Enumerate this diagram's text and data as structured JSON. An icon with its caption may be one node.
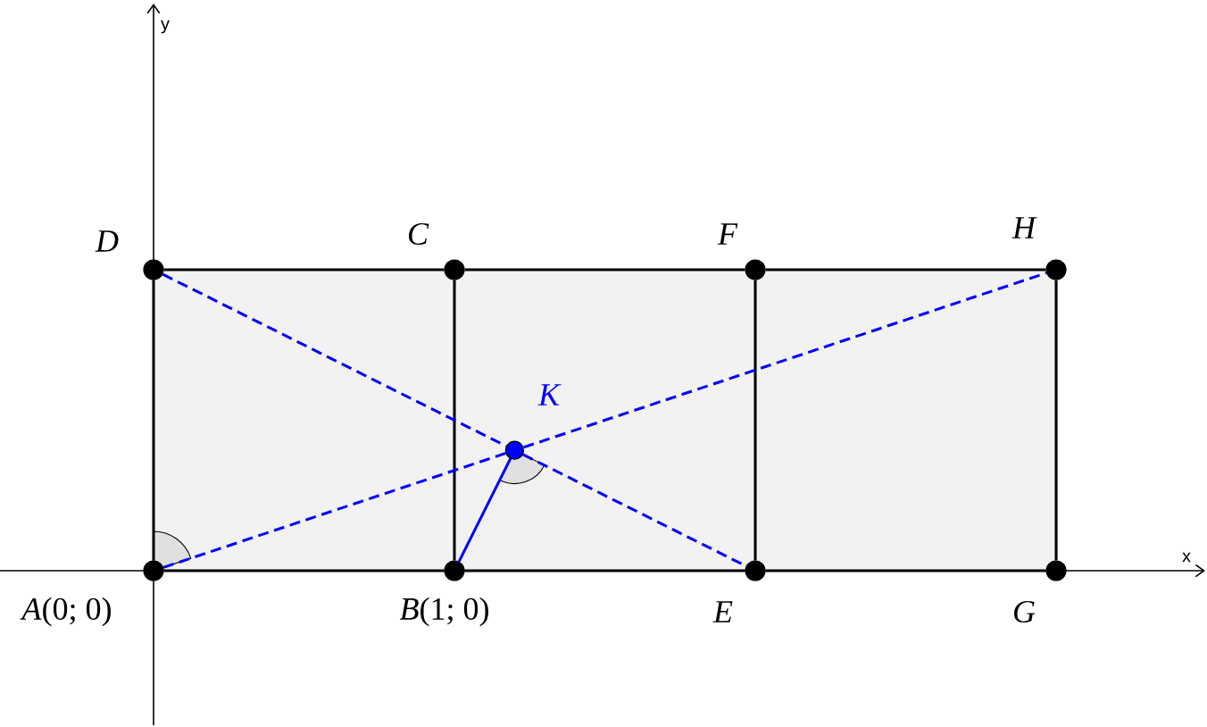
{
  "diagram": {
    "nodes": [
      {
        "text": [],
        "shape": "circle",
        "beside": [
          "D"
        ]
      },
      {
        "text": [],
        "shape": "circle",
        "beside": [
          "C"
        ]
      },
      {
        "text": [],
        "shape": "circle",
        "beside": [
          "F"
        ]
      },
      {
        "text": [],
        "shape": "circle",
        "beside": [
          "H"
        ]
      },
      {
        "text": [],
        "shape": "circle",
        "beside": [
          "K"
        ]
      },
      {
        "text": [],
        "shape": "circle",
        "beside": [
          "*A*(0; 0)"
        ]
      },
      {
        "text": [],
        "shape": "circle",
        "beside": [
          "*B*(1; 0)"
        ]
      },
      {
        "text": [],
        "shape": "circle",
        "beside": [
          "E"
        ]
      },
      {
        "text": [],
        "shape": "circle",
        "beside": [
          "G"
        ]
      }
    ],
    "edges": [
      {
        "from": 5,
        "to": 6,
        "arrow": "none"
      },
      {
        "from": 6,
        "to": 7,
        "arrow": "none"
      },
      {
        "from": 7,
        "to": 8,
        "arrow": "none"
      },
      {
        "from": 0,
        "to": 1,
        "arrow": "none"
      },
      {
        "from": 1,
        "to": 2,
        "arrow": "none"
      },
      {
        "from": 2,
        "to": 3,
        "arrow": "none"
      },
      {
        "from": 5,
        "to": 0,
        "arrow": "none"
      },
      {
        "from": 6,
        "to": 1,
        "arrow": "none"
      },
      {
        "from": 7,
        "to": 2,
        "arrow": "none"
      },
      {
        "from": 8,
        "to": 3,
        "arrow": "none"
      },
      {
        "from": 0,
        "to": 4,
        "arrow": "none",
        "style": "dashed",
        "color": "#0000ff"
      },
      {
        "from": 4,
        "to": 7,
        "arrow": "none",
        "style": "dashed",
        "color": "#0000ff"
      },
      {
        "from": 5,
        "to": 4,
        "arrow": "none",
        "style": "dashed",
        "color": "#0000ff"
      },
      {
        "from": 4,
        "to": 3,
        "arrow": "none",
        "style": "dashed",
        "color": "#0000ff"
      },
      {
        "from": 6,
        "to": 4,
        "arrow": "none",
        "color": "#0000ff"
      }
    ],
    "labels": [
      "x",
      "y"
    ]
  }
}
